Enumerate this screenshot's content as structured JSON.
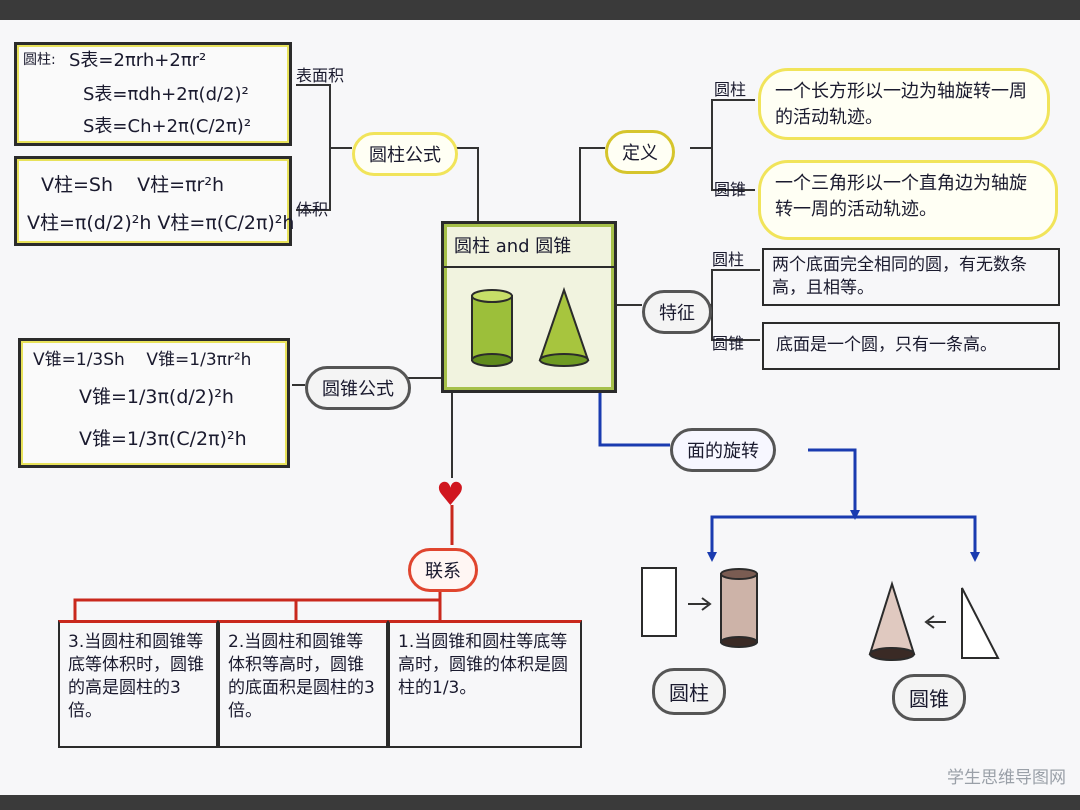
{
  "center_title": "圆柱 and 圆锥",
  "surface": {
    "prefix": "圆柱:",
    "lines": [
      "S表=2πrh+2πr²",
      "S表=πdh+2π(d/2)²",
      "S表=Ch+2π(C/2π)²"
    ],
    "side_label": "表面积"
  },
  "volume": {
    "lines": [
      "V柱=Sh    V柱=πr²h",
      "V柱=π(d/2)²h V柱=π(C/2π)²h"
    ],
    "side_label": "体积"
  },
  "cylinder_formula_label": "圆柱公式",
  "cone_formula_label": "圆锥公式",
  "cone_volume": {
    "lines": [
      "V锥=1/3Sh    V锥=1/3πr²h",
      "V锥=1/3π(d/2)²h",
      "V锥=1/3π(C/2π)²h"
    ]
  },
  "definition": {
    "label": "定义",
    "cylinder_tag": "圆柱",
    "cylinder_text": "一个长方形以一边为轴旋转一周的活动轨迹。",
    "cone_tag": "圆锥",
    "cone_text": "一个三角形以一个直角边为轴旋转一周的活动轨迹。"
  },
  "feature": {
    "label": "特征",
    "cylinder_tag": "圆柱",
    "cylinder_text": "两个底面完全相同的圆，有无数条高，且相等。",
    "cone_tag": "圆锥",
    "cone_text": "底面是一个圆，只有一条高。"
  },
  "rotation": {
    "label": "面的旋转",
    "cylinder_caption": "圆柱",
    "cone_caption": "圆锥"
  },
  "relation": {
    "label": "联系",
    "items": [
      "3.当圆柱和圆锥等底等体积时，圆锥的高是圆柱的3倍。",
      "2.当圆柱和圆锥等体积等高时，圆锥的底面积是圆柱的3倍。",
      "1.当圆锥和圆柱等底等高时，圆锥的体积是圆柱的1/3。"
    ]
  },
  "watermark": "学生思维导图网",
  "colors": {
    "yellow": "#f1e45a",
    "red": "#c9281d",
    "blue": "#1a3bb0",
    "green": "#8fb03a"
  }
}
